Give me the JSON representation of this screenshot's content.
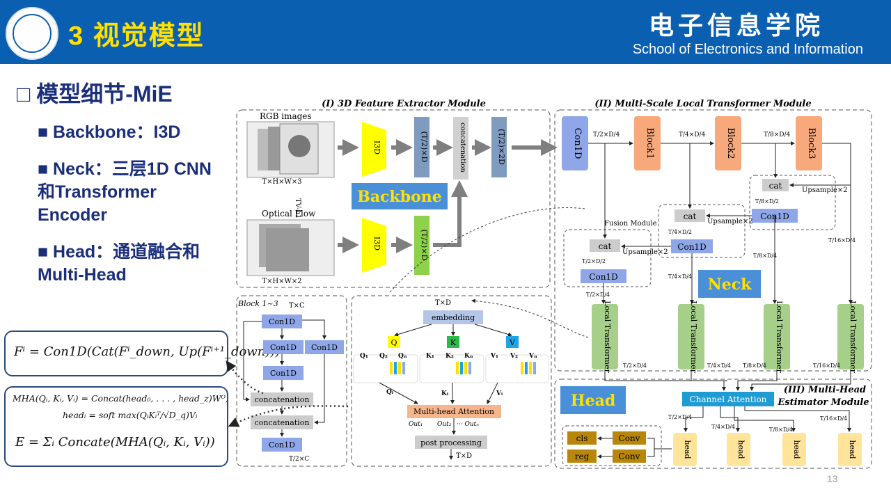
{
  "header": {
    "title": "3 视觉模型",
    "school_cn": "电子信息学院",
    "school_en": "School of Electronics and Information"
  },
  "section": {
    "title": "□ 模型细节-MiE"
  },
  "bullets": [
    "■ Backbone：I3D",
    "■ Neck：三层1D CNN和Transformer Encoder",
    "■ Head：通道融合和 Multi-Head"
  ],
  "formulas": {
    "f1": "Fⁱ = Con1D(Cat(Fⁱ_down, Up(Fⁱ⁺¹_down)))",
    "f2a": "MHA(Qᵢ, Kᵢ, Vᵢ) = Concat(head₀, . . . , head_z)Wᴼ,",
    "f2b": "headᵢ = soft max(QᵢKᵢᵀ/√D_q)Vᵢ",
    "f2c": "E = Σᵢ Concate(MHA(Qᵢ, Kᵢ, Vᵢ))"
  },
  "diagram": {
    "module1": "(I) 3D Feature Extractor Module",
    "module2": "(II) Multi-Scale Local Transformer Module",
    "module3a": "(III) Multi-Head",
    "module3b": "Estimator Module",
    "rgb_label": "RGB images",
    "rgb_dim": "T×H×W×3",
    "tvl1": "TV-L1",
    "flow_label": "Optical Flow",
    "flow_dim": "T×H×W×2",
    "i3d": "I3D",
    "half_t_d": "(T/2)×D",
    "concatenation": "concatenation",
    "half_t_2d": "(T/2)×2D",
    "backbone_tag": "Backbone",
    "neck_tag": "Neck",
    "head_tag": "Head",
    "block_title": "Block 1~3",
    "txc": "T×C",
    "con1d": "Con1D",
    "half_txc": "T/2×C",
    "txd": "T×D",
    "embedding": "embedding",
    "q": "Q",
    "k": "K",
    "v": "V",
    "mha": "Multi-head Attention",
    "post": "post processing",
    "out_tokens": [
      "Out₁",
      "Out₂",
      "··· Outₙ"
    ],
    "q_tokens": [
      "Q₁",
      "Q₂",
      "Qₙ"
    ],
    "k_tokens": [
      "K₁",
      "K₂",
      "Kₙ"
    ],
    "v_tokens": [
      "V₁",
      "V₂",
      "Vₙ"
    ],
    "qi": "Qᵢ",
    "ki": "Kᵢ",
    "vi": "Vᵢ",
    "block1": "Block1",
    "block2": "Block2",
    "block3": "Block3",
    "cat": "cat",
    "upsample": "Upsample×2",
    "fusion": "Fusion Module",
    "local_transformer": "Local Transformer",
    "channel_attention": "Channel Attention",
    "head": "head",
    "cls": "cls",
    "reg": "reg",
    "conv": "Conv",
    "dims": {
      "d_t2": "T/2×D/4",
      "d_t4": "T/4×D/4",
      "d_t8": "T/8×D/4",
      "d_t16": "T/16×D/4",
      "d_t2_2": "T/2×D/2",
      "d_t4_2": "T/4×D/2",
      "d_t8_2": "T/8×D/2"
    }
  },
  "page_number": "13",
  "colors": {
    "header_bg": "#0b5fb0",
    "title_yellow": "#ffe000",
    "tag_blue": "#4a90d9",
    "tag_text": "#ffe000",
    "i3d_yellow": "#ffff00",
    "feature_blue": "#7f9bbf",
    "feature_green": "#8ed14a",
    "con1d_blue": "#8fa7e8",
    "block_orange": "#f7a97c",
    "transformer_green": "#a6d08a",
    "head_yellow": "#ffe49a",
    "conv_brown": "#b8860b",
    "channel_attn": "#1f9bd6"
  }
}
